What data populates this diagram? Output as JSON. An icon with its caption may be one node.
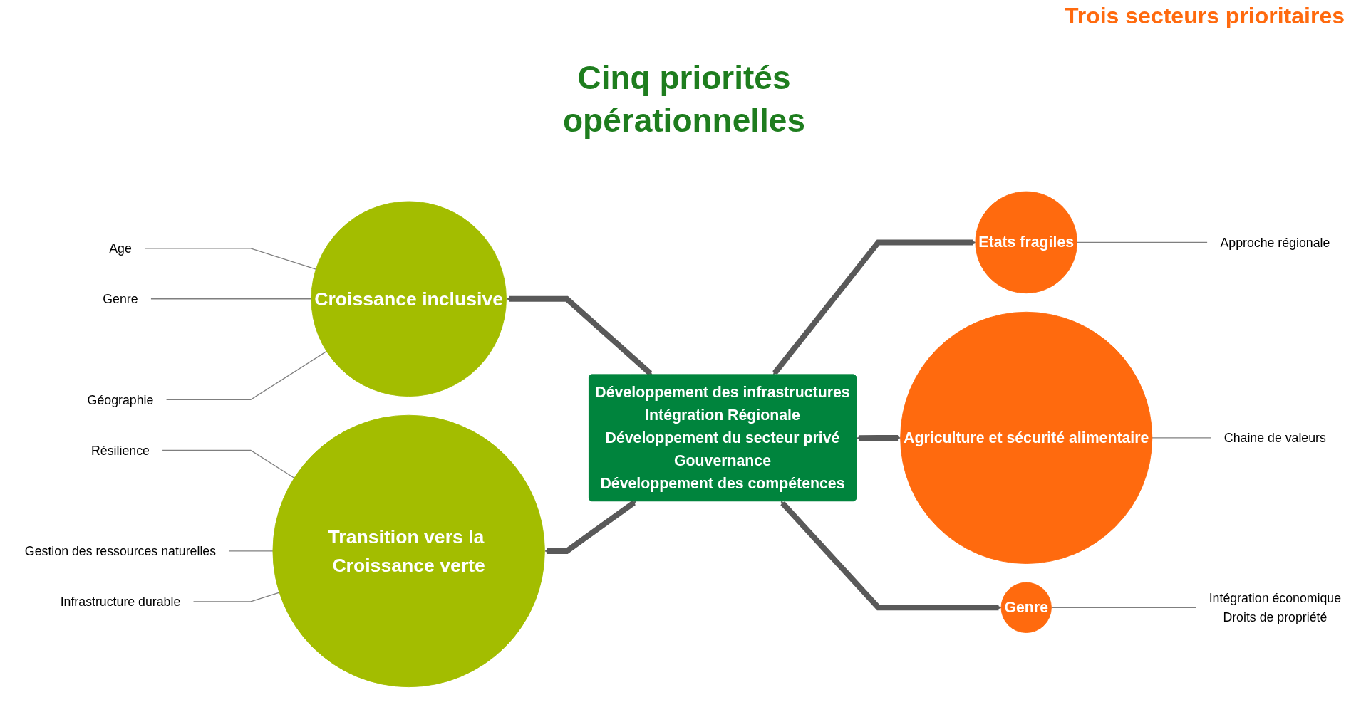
{
  "diagram": {
    "title": "Cinq priorités opérationnelles",
    "nodes": [
      {
        "text": [
          "Croissance inclusive"
        ]
      },
      {
        "text": [
          "Age"
        ]
      },
      {
        "text": [
          "Genre"
        ]
      },
      {
        "text": [
          "Géographie"
        ]
      },
      {
        "text": [
          "Transition vers la Croissance verte"
        ]
      },
      {
        "text": [
          "Résilience"
        ]
      },
      {
        "text": [
          "Gestion des ressources naturelles"
        ]
      },
      {
        "text": [
          "Infrastructure durable"
        ]
      },
      {
        "text": [
          "Développement des infrastructures",
          "Intégration Régionale",
          "Développement du secteur privé",
          "Gouvernance",
          "Développement des compétences"
        ]
      },
      {
        "text": [
          "Etats fragiles"
        ]
      },
      {
        "text": [
          "Approche régionale"
        ]
      },
      {
        "text": [
          "Agriculture et sécurité alimentaire"
        ]
      },
      {
        "text": [
          "Chaine de valeurs"
        ]
      },
      {
        "text": [
          "Genre"
        ]
      },
      {
        "text": [
          "Intégration économique",
          "Droits de propriété"
        ]
      }
    ],
    "edges": [
      {
        "from": 0,
        "to": 1,
        "arrow": "none"
      },
      {
        "from": 0,
        "to": 2,
        "arrow": "none"
      },
      {
        "from": 0,
        "to": 3,
        "arrow": "none"
      },
      {
        "from": 4,
        "to": 5,
        "arrow": "none"
      },
      {
        "from": 4,
        "to": 6,
        "arrow": "none"
      },
      {
        "from": 4,
        "to": 7,
        "arrow": "none"
      },
      {
        "from": 0,
        "to": 8,
        "arrow": "both",
        "style": "thick"
      },
      {
        "from": 4,
        "to": 8,
        "arrow": "both",
        "style": "thick"
      },
      {
        "from": 8,
        "to": 9,
        "arrow": "both",
        "style": "thick"
      },
      {
        "from": 8,
        "to": 11,
        "arrow": "both",
        "style": "thick"
      },
      {
        "from": 8,
        "to": 13,
        "arrow": "both",
        "style": "thick"
      },
      {
        "from": 9,
        "to": 10,
        "arrow": "none"
      },
      {
        "from": 11,
        "to": 12,
        "arrow": "none"
      },
      {
        "from": 13,
        "to": 14,
        "arrow": "none"
      }
    ],
    "labels": [
      "Trois secteurs prioritaires"
    ]
  }
}
